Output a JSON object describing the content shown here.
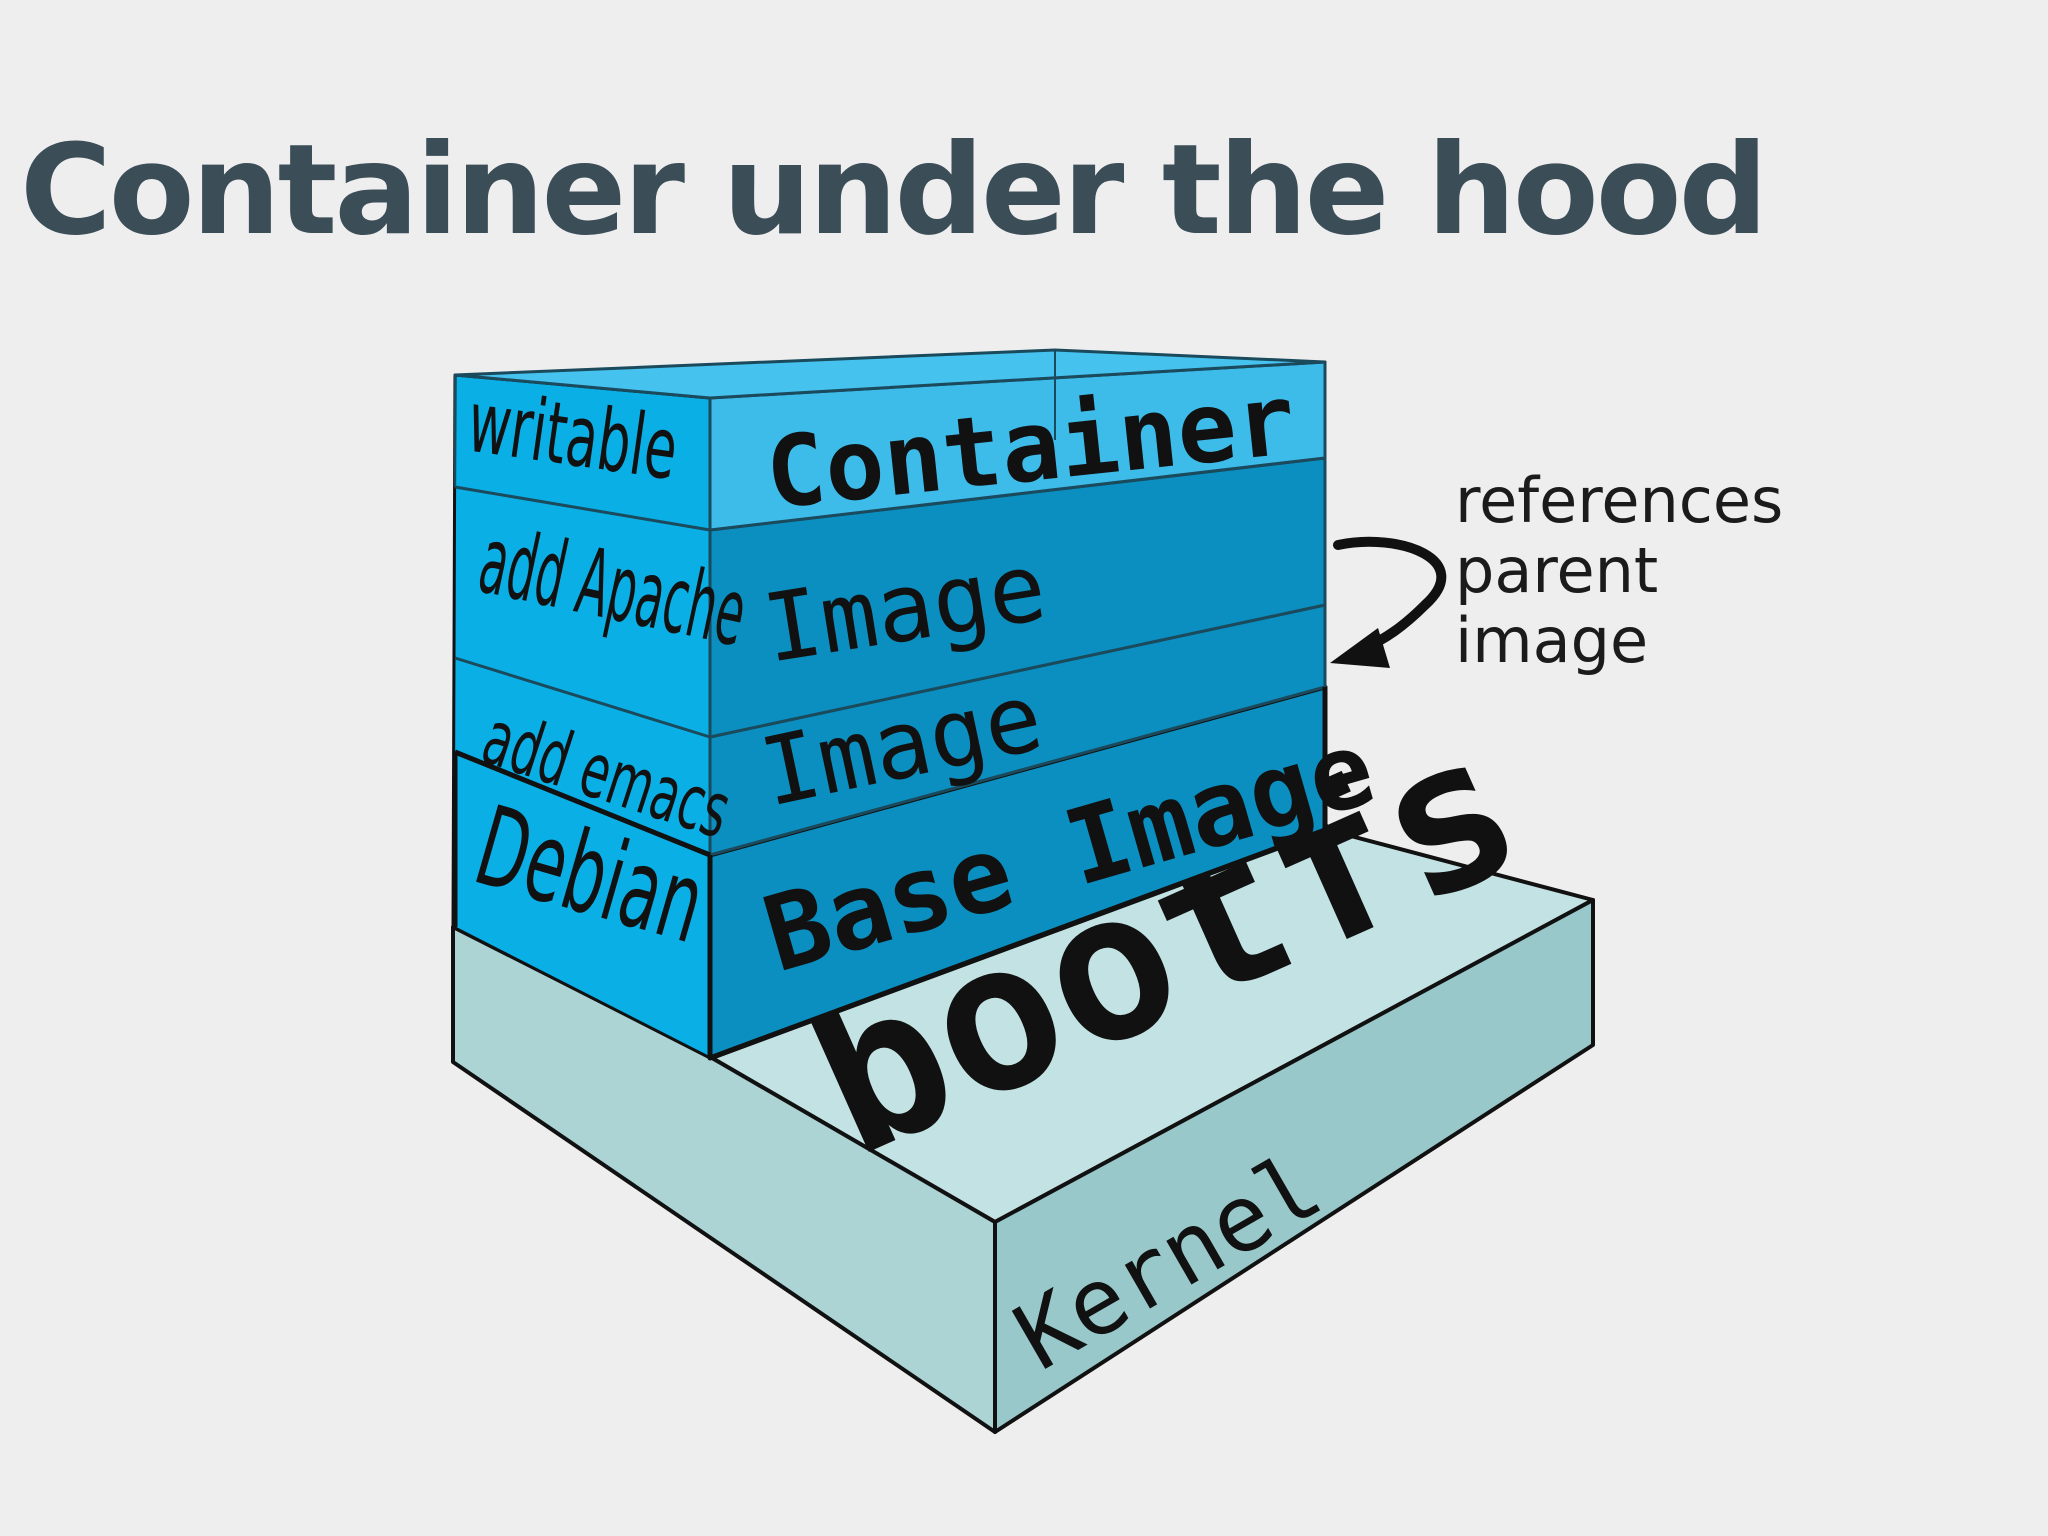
{
  "slide": {
    "title": "Container under the hood"
  },
  "diagram": {
    "layers": [
      {
        "side_label": "writable",
        "face_label": "Container",
        "color": "#3dbbe9"
      },
      {
        "side_label": "add Apache",
        "face_label": "Image",
        "color": "#0b8fc0"
      },
      {
        "side_label": "add emacs",
        "face_label": "Image",
        "color": "#0b8fc0"
      },
      {
        "side_label": "Debian",
        "face_label": "Base Image",
        "color": "#0b8fc0"
      }
    ],
    "base": {
      "top_label": "bootfs",
      "side_label": "Kernel",
      "color": "#a9d3d4"
    },
    "annotation": {
      "lines": [
        "references",
        "parent",
        "image"
      ]
    },
    "colors": {
      "side_face": "#08aee6",
      "outline": "#111111",
      "title": "#3b4d57",
      "background": "#efeeef"
    }
  }
}
